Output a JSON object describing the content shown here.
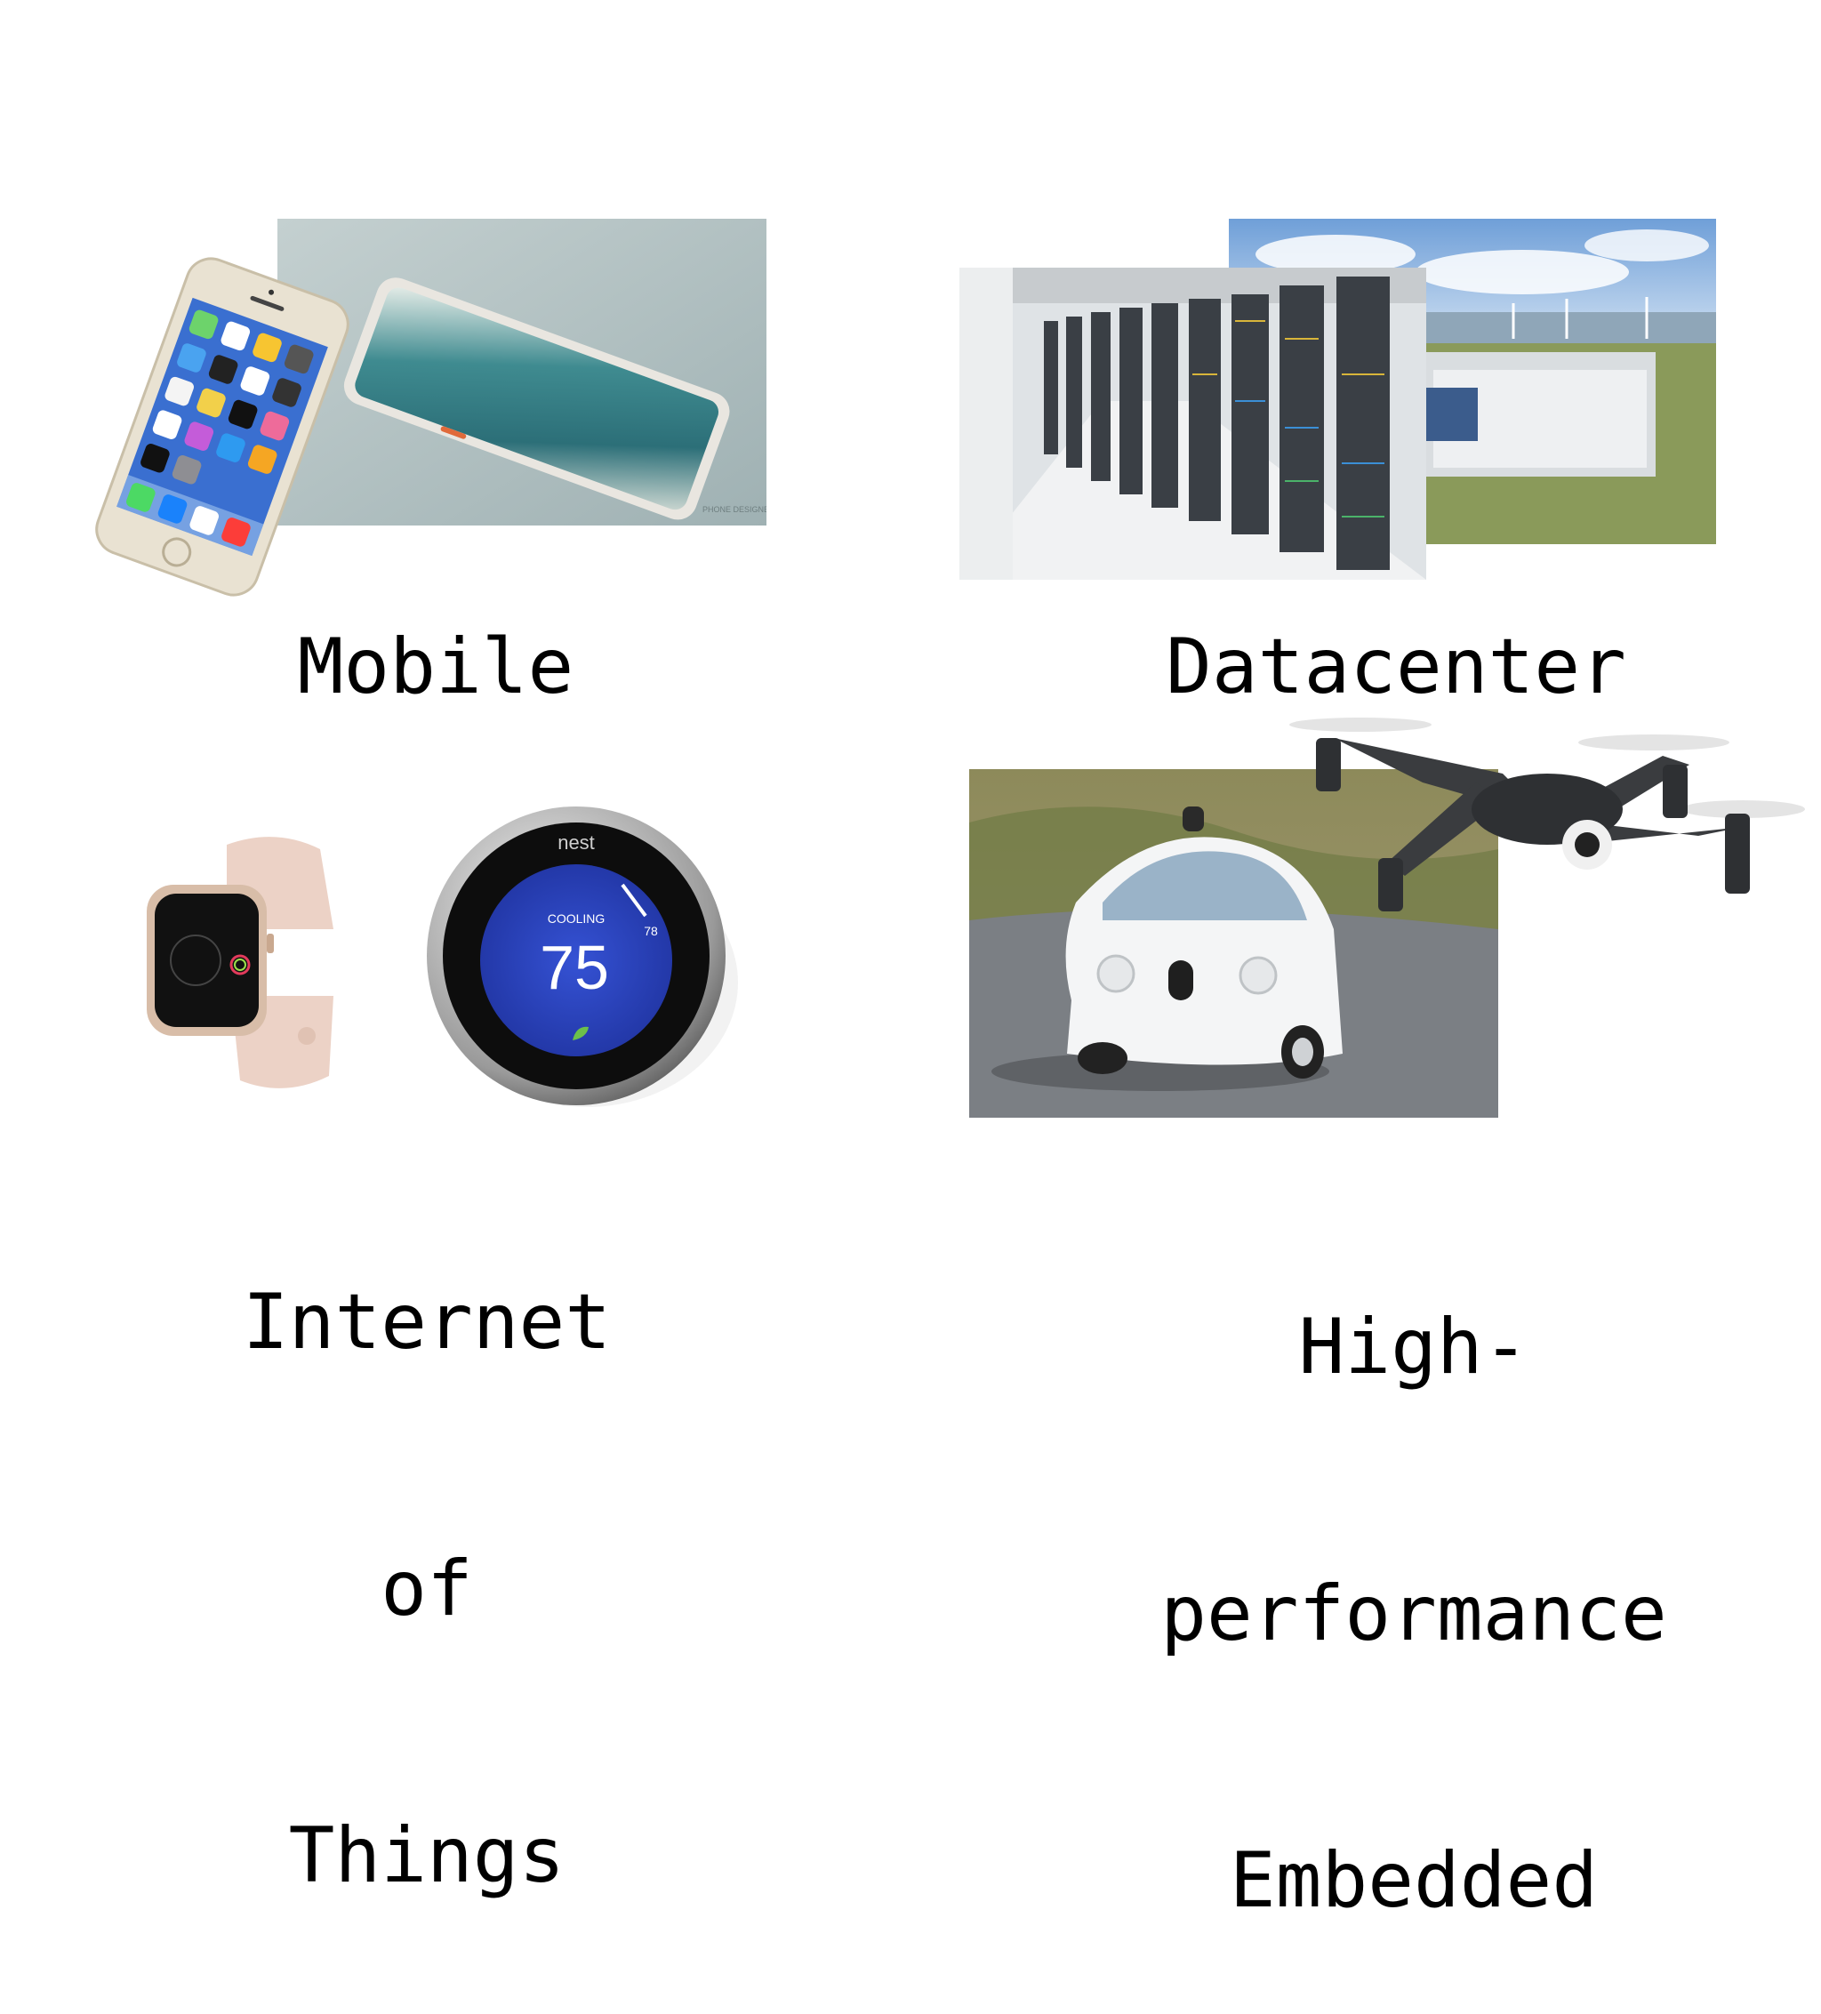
{
  "slide": {
    "quadrants": [
      {
        "id": "mobile",
        "label": "Mobile"
      },
      {
        "id": "datacenter",
        "label": "Datacenter"
      },
      {
        "id": "iot",
        "label_lines": [
          "Internet",
          "of",
          "Things"
        ]
      },
      {
        "id": "embedded",
        "label_lines": [
          "High-",
          "performance",
          "Embedded"
        ]
      }
    ],
    "thermostat": {
      "brand": "nest",
      "mode": "COOLING",
      "temperature": "75",
      "setpoint": "78"
    },
    "phone_watermark": "PHONE DESIGNER",
    "colors": {
      "background": "#ffffff",
      "text": "#000000",
      "thermostat_face": "#2b46c8"
    },
    "icons": [
      "iphone-image",
      "pixel-phone-image",
      "server-racks-image",
      "datacenter-aerial-image",
      "apple-watch-image",
      "nest-thermostat-image",
      "self-driving-car-image",
      "drone-image"
    ]
  }
}
